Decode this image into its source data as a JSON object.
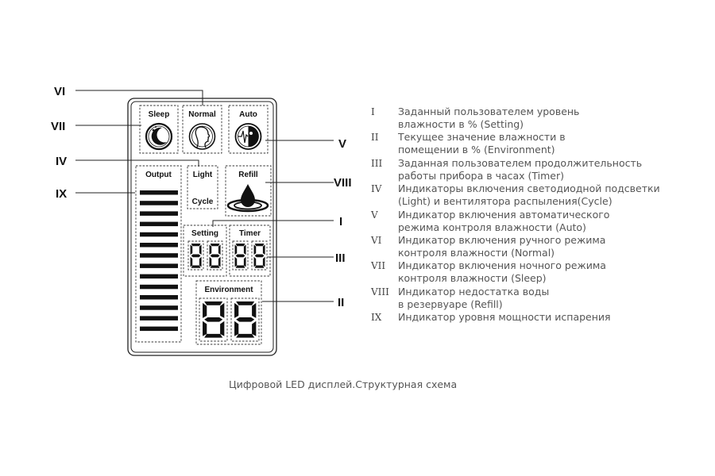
{
  "panel": {
    "sleep": "Sleep",
    "normal": "Normal",
    "auto": "Auto",
    "output": "Output",
    "light": "Light",
    "cycle": "Cycle",
    "refill": "Refill",
    "setting": "Setting",
    "timer": "Timer",
    "environment": "Environment",
    "output_level": 1.0
  },
  "callouts": {
    "vi": "VI",
    "vii": "VII",
    "iv": "IV",
    "ix": "IX",
    "v": "V",
    "viii": "VIII",
    "i": "I",
    "iii": "III",
    "ii": "II"
  },
  "legend": [
    {
      "num": "I",
      "line1": "Заданный пользователем уровень",
      "line2": "влажности в % (Setting)"
    },
    {
      "num": "II",
      "line1": "Текущее значение влажности в",
      "line2": "помещении в % (Environment)"
    },
    {
      "num": "III",
      "line1": "Заданная пользователем продолжительность",
      "line2": "работы прибора в часах (Timer)"
    },
    {
      "num": "IV",
      "line1": "Индикаторы включения светодиодной подсветки",
      "line2": "(Light) и вентилятора распыления(Cycle)"
    },
    {
      "num": "V",
      "line1": "Индикатор включения автоматического",
      "line2": "режима контроля влажности (Auto)"
    },
    {
      "num": "VI",
      "line1": "Индикатор включения ручного режима",
      "line2": "контроля влажности (Normal)"
    },
    {
      "num": "VII",
      "line1": "Индикатор включения ночного режима",
      "line2": "контроля влажности (Sleep)"
    },
    {
      "num": "VIII",
      "line1": "Индикатор недостатка воды",
      "line2": "в резервуаре (Refill)"
    },
    {
      "num": "IX",
      "line1": "Индикатор уровня мощности испарения",
      "line2": ""
    }
  ],
  "caption": "Цифровой LED дисплей.Структурная схема"
}
